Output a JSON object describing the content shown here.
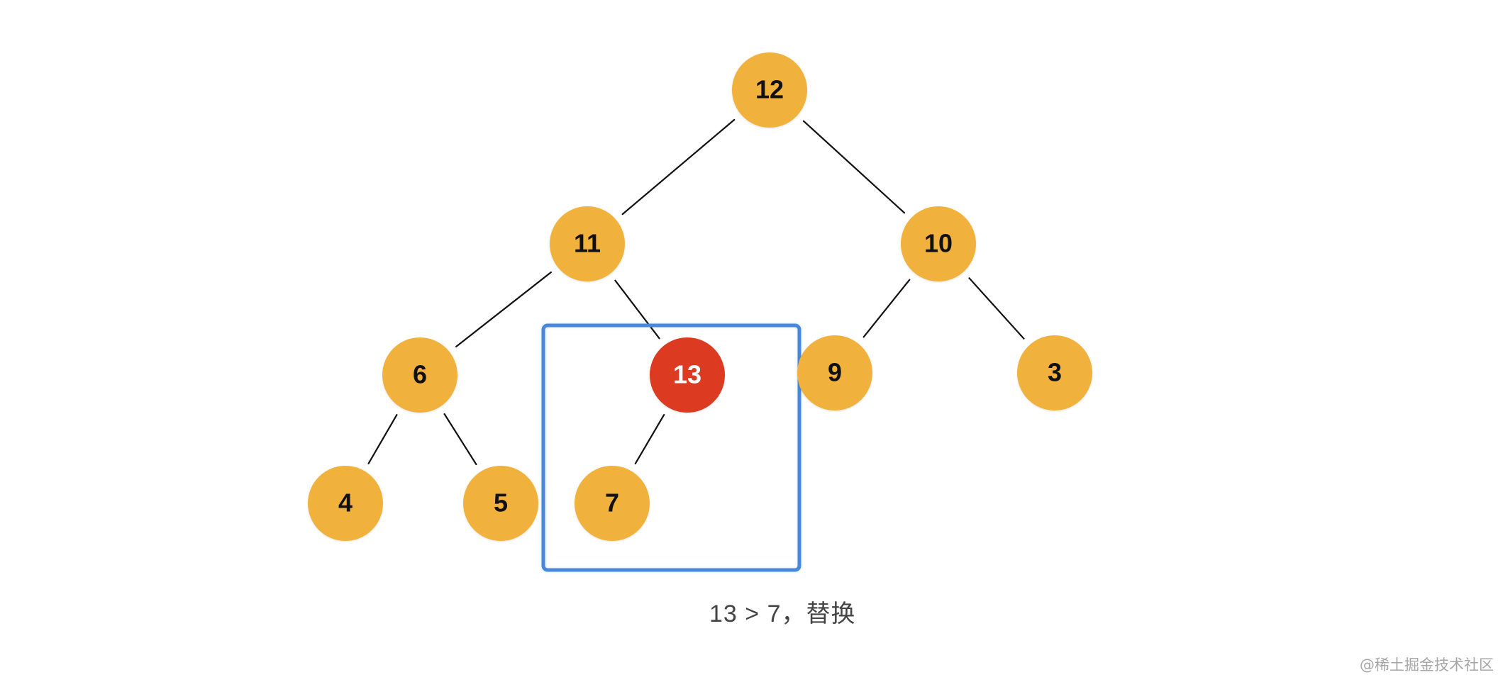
{
  "diagram": {
    "nodes": [
      {
        "id": "n12",
        "label": "12",
        "fill": "#f1b13d",
        "text_color": "#111111"
      },
      {
        "id": "n11",
        "label": "11",
        "fill": "#f1b13d",
        "text_color": "#111111"
      },
      {
        "id": "n10",
        "label": "10",
        "fill": "#f1b13d",
        "text_color": "#111111"
      },
      {
        "id": "n6",
        "label": "6",
        "fill": "#f1b13d",
        "text_color": "#111111"
      },
      {
        "id": "n13",
        "label": "13",
        "fill": "#dc3a24",
        "text_color": "#ffffff"
      },
      {
        "id": "n9",
        "label": "9",
        "fill": "#f1b13d",
        "text_color": "#111111"
      },
      {
        "id": "n3",
        "label": "3",
        "fill": "#f1b13d",
        "text_color": "#111111"
      },
      {
        "id": "n4",
        "label": "4",
        "fill": "#f1b13d",
        "text_color": "#111111"
      },
      {
        "id": "n5",
        "label": "5",
        "fill": "#f1b13d",
        "text_color": "#111111"
      },
      {
        "id": "n7",
        "label": "7",
        "fill": "#f1b13d",
        "text_color": "#111111"
      }
    ],
    "edges": [
      {
        "from": "n12",
        "to": "n11"
      },
      {
        "from": "n12",
        "to": "n10"
      },
      {
        "from": "n11",
        "to": "n6"
      },
      {
        "from": "n11",
        "to": "n13"
      },
      {
        "from": "n10",
        "to": "n9"
      },
      {
        "from": "n10",
        "to": "n3"
      },
      {
        "from": "n6",
        "to": "n4"
      },
      {
        "from": "n6",
        "to": "n5"
      },
      {
        "from": "n13",
        "to": "n7"
      }
    ],
    "highlight_color": "#4a87d8",
    "caption": "13  > 7，替换"
  },
  "watermark": "@稀土掘金技术社区"
}
